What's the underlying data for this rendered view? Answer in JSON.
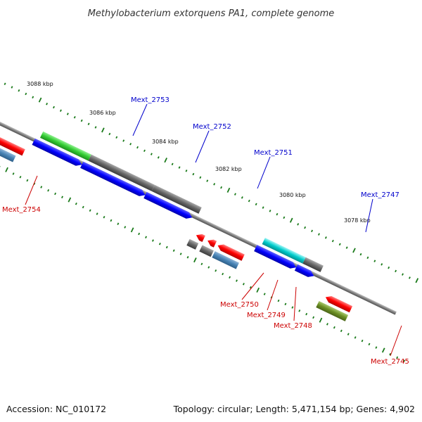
{
  "title": "Methylobacterium extorquens PA1, complete genome",
  "footer": {
    "accession": "Accession: NC_010172",
    "summary": "Topology: circular; Length: 5,471,154 bp; Genes: 4,902"
  },
  "scale_ticks": [
    "3088 kbp",
    "3086 kbp",
    "3084 kbp",
    "3082 kbp",
    "3080 kbp",
    "3078 kbp"
  ],
  "gene_labels": {
    "upper": [
      "Mext_2753",
      "Mext_2752",
      "Mext_2751",
      "Mext_2747"
    ],
    "lower": [
      "Mext_2754",
      "Mext_2750",
      "Mext_2749",
      "Mext_2748",
      "Mext_2745"
    ]
  },
  "colors": {
    "forward_label": "#0000cc",
    "reverse_label": "#cc0000",
    "red": "#ff0000",
    "blue": "#0000ff",
    "steelblue": "#4682b4",
    "green": "#33cc33",
    "gray": "#666666",
    "cyan": "#00cccc",
    "olive": "#6b8e23",
    "backbone": "#808080",
    "tick": "#1a7a1a"
  }
}
